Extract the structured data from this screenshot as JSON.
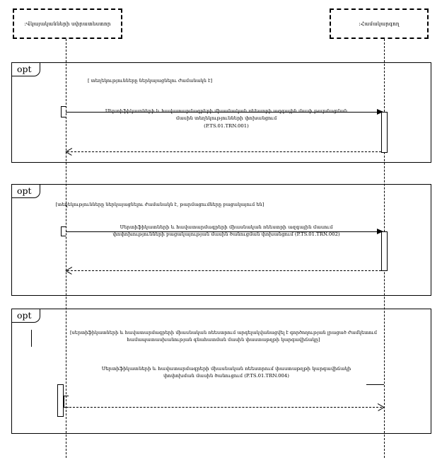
{
  "diagram": {
    "type": "uml-sequence-diagram",
    "lifelines": [
      {
        "id": "issuer",
        "label": ":Վկայականների սփրատեստոր"
      },
      {
        "id": "coordinator",
        "label": ":Համակարգող"
      }
    ],
    "fragments": [
      {
        "operator": "opt",
        "guard": "[ տեղեկությունները ներկայացնելու ժամանակն է]",
        "message": "Սերտիֆիկատների և հավատարմագրերի միասնական ռեեստրի ազգային մասի թարմացման\nմասին տեղեկությունների փոխանցում\n(P.TS.01.TRN.001)",
        "message_id": "P.TS.01.TRN.001",
        "call_direction": "right",
        "call_style": "solid",
        "return_direction": "left",
        "return_style": "dashed",
        "activation_on": "coordinator"
      },
      {
        "operator": "opt",
        "guard": "[տեղեկությունները ներկայացնելու ժամանակն է, թարմացումները բացակայում են]",
        "message": "Սերտիֆիկատների և հավատարմագրերի միասնական ռեեստրի ազգային մասում\nփոփոխությունների բացակայության մասին ծանուցման փոխանցում (P.TS.01.TRN.002)",
        "message_id": "P.TS.01.TRN.002",
        "call_direction": "right",
        "call_style": "solid",
        "return_direction": "left",
        "return_style": "dashed",
        "activation_on": "coordinator"
      },
      {
        "operator": "opt",
        "guard": "[սերտիֆիկատների և հավատարմագրերի միասնական ռեեստրում արգելակվանացվել է գործողության լրացած ժամկետում\nհամապատասխանության գնահատման մասին փաստաթղթի կարգավիճակը]",
        "message": "Սերտիֆիկատների և հավատարմագրերի միասնական ռեեստրում փաստաթղթի կարգավիճակի\nփոփոխման մասին ծանուցում (P.TS.01.TRN.004)",
        "message_id": "P.TS.01.TRN.004",
        "call_direction": "right",
        "call_style": "dashed",
        "return_direction": "none",
        "activation_on": "issuer"
      }
    ]
  },
  "style": {
    "line_color": "#000000",
    "background": "#ffffff"
  }
}
